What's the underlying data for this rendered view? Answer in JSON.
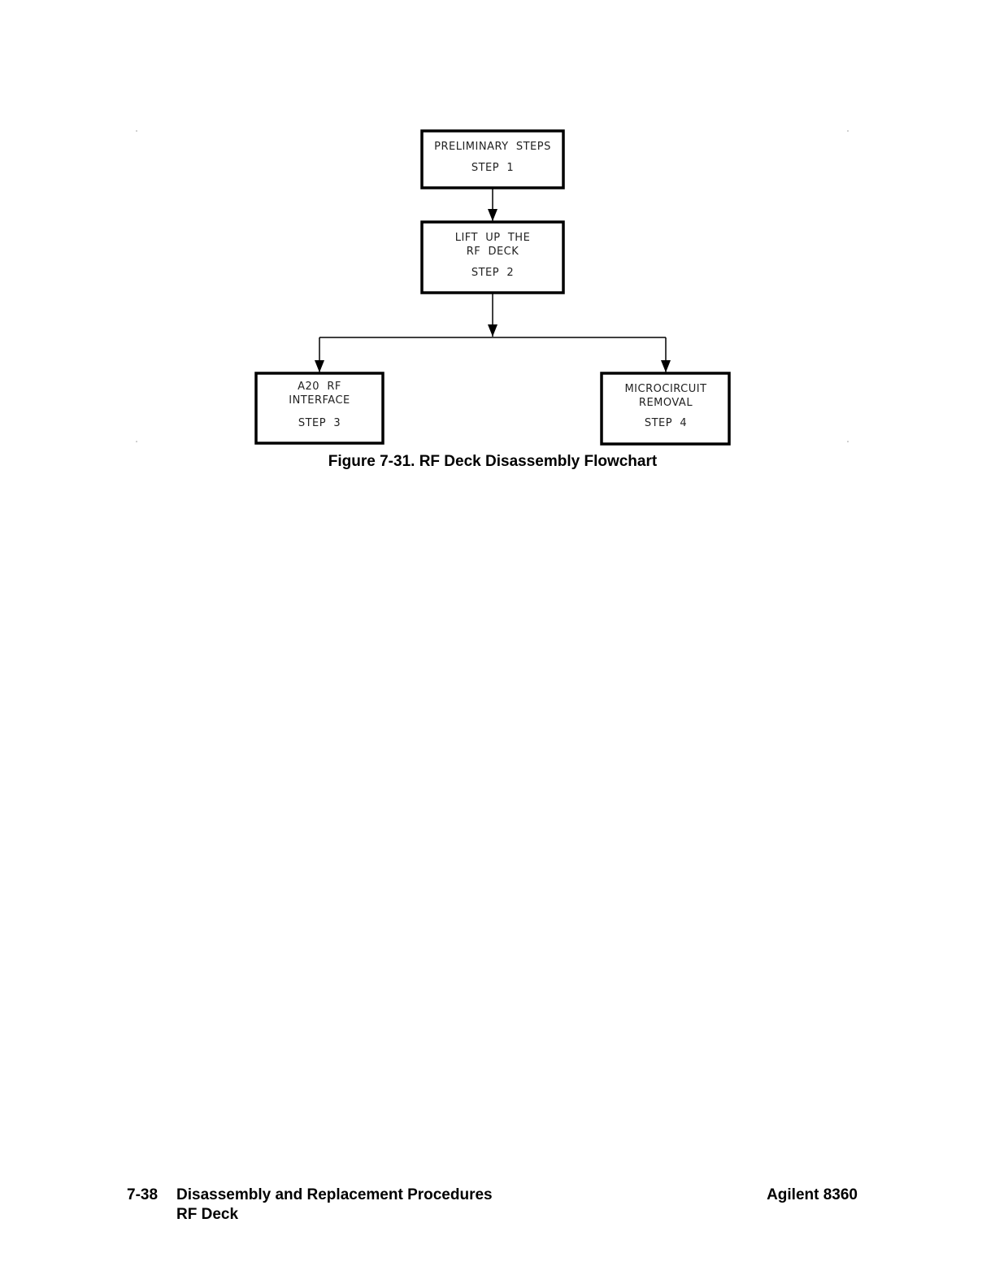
{
  "figure": {
    "caption": "Figure 7-31. RF Deck Disassembly Flowchart",
    "nodes": [
      {
        "id": "step1",
        "lines": [
          "PRELIMINARY  STEPS"
        ],
        "step": "STEP  1"
      },
      {
        "id": "step2",
        "lines": [
          "LIFT  UP  THE",
          "RF  DECK"
        ],
        "step": "STEP  2"
      },
      {
        "id": "step3",
        "lines": [
          "A20  RF",
          "INTERFACE"
        ],
        "step": "STEP  3"
      },
      {
        "id": "step4",
        "lines": [
          "MICROCIRCUIT",
          "REMOVAL"
        ],
        "step": "STEP  4"
      }
    ],
    "edges": [
      {
        "from": "step1",
        "to": "step2"
      },
      {
        "from": "step2",
        "to": "step3"
      },
      {
        "from": "step2",
        "to": "step4"
      }
    ]
  },
  "footer": {
    "page_number": "7-38",
    "chapter": "Disassembly and Replacement Procedures",
    "section": "RF Deck",
    "product": "Agilent 8360"
  }
}
